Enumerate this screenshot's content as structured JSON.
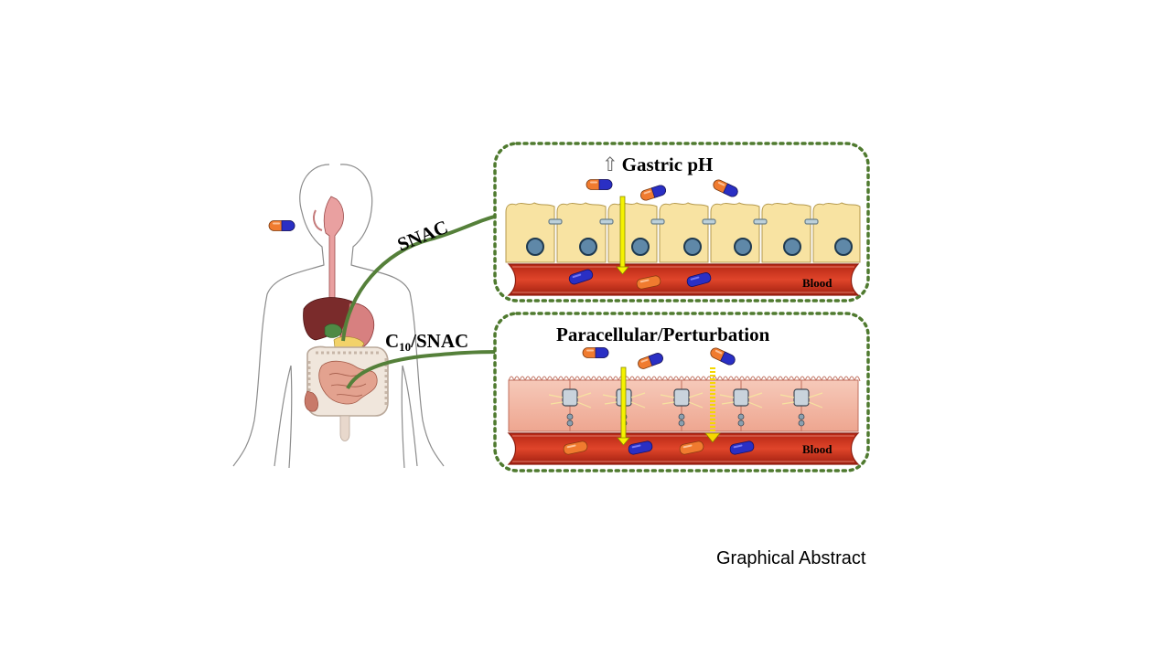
{
  "colors": {
    "panel_border": "#4f7a2f",
    "connector_line": "#55803a",
    "blood_red": "#d93a1f",
    "blood_dark": "#8e1e10",
    "stomach_cell": "#f8e3a2",
    "stomach_cell_border": "#b59a4e",
    "intestine_cell": "#f2b7a5",
    "intestine_cell_border": "#c0705f",
    "nucleus": "#5f88a8",
    "capsule_orange": "#f07b2f",
    "capsule_blue": "#2a2fc4",
    "arrow_yellow": "#f5f200",
    "body_outline": "#8c8c8c"
  },
  "labels": {
    "snac": "SNAC",
    "c10_main": "C",
    "c10_sub": "10",
    "c10_rest": "/SNAC",
    "stomach_title_arrow": "⇧",
    "stomach_title": "Gastric pH",
    "intestine_title": "Paracellular/Perturbation",
    "blood_top": "Blood",
    "blood_bottom": "Blood"
  },
  "caption": "Graphical Abstract"
}
